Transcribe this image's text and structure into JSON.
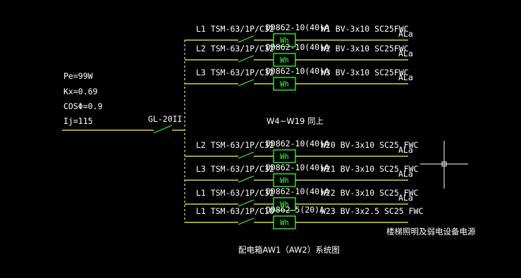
{
  "params": {
    "pe": "Pe=99W",
    "kx": "Kx=0.69",
    "cos": "COSΦ=0.9",
    "ij": "Ij=115"
  },
  "main_breaker": "GL-20II",
  "note": "W4~W19 同上",
  "meter_symbol": "Wh",
  "upper_circuits": [
    {
      "breaker": "L1 TSM-63/1P/C32",
      "meter": "DD862-10(40)A",
      "wire": "W1 BV-3x10 SC25FWC",
      "load": "ALa"
    },
    {
      "breaker": "L2 TSM-63/1P/C32",
      "meter": "DD862-10(40)A",
      "wire": "W2 BV-3x10 SC25FWC",
      "load": "ALa"
    },
    {
      "breaker": "L3 TSM-63/1P/C32",
      "meter": "DD862-10(40)A",
      "wire": "W3 BV-3x10 SC25FWC",
      "load": "ALa"
    }
  ],
  "lower_circuits": [
    {
      "breaker": "L2 TSM-63/1P/C32",
      "meter": "DD862-10(40)A",
      "wire": "W20 BV-3x10 SC25 FWC",
      "load": "ALa"
    },
    {
      "breaker": "L3 TSM-63/1P/C32",
      "meter": "DD862-10(40)A",
      "wire": "W21 BV-3x10 SC25 FWC",
      "load": "ALa"
    },
    {
      "breaker": "L1 TSM-63/1P/C32",
      "meter": "DD862-10(40)A",
      "wire": "W22 BV-3x10 SC25 FWC",
      "load": "ALa"
    },
    {
      "breaker": "L1 TSM-63/1P/C10",
      "meter": "DD862-5(20)A",
      "wire": "W23 BV-3x2.5 SC25 FWC",
      "load": ""
    }
  ],
  "footer_label": "楼梯照明及弱电设备电源",
  "title": "配电箱AW1（AW2）系统图",
  "colors": {
    "line": "#ffff33",
    "meter": "#33ff33",
    "text": "#ffffff",
    "crosshair": "#ffffff"
  }
}
